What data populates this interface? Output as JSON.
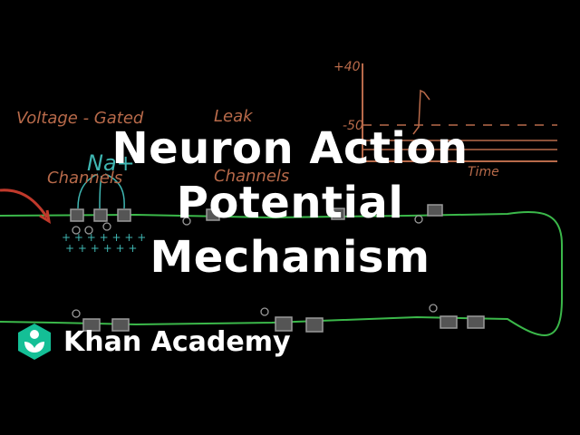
{
  "video": {
    "title_lines": [
      "Neuron Action",
      "Potential",
      "Mechanism"
    ],
    "brand_name": "Khan Academy",
    "brand_color": "#14bf96"
  },
  "annotations": {
    "voltage_gated": [
      "Voltage - Gated",
      "Channels"
    ],
    "leak": [
      "Leak",
      "Channels"
    ],
    "graph_top_tick": "+40",
    "graph_mid_tick": "-50",
    "graph_x_label": "Time",
    "ion_label": "Na+"
  },
  "colors": {
    "background": "#000000",
    "membrane": "#3bb84a",
    "annotation": "#b86a4a",
    "ion": "#3fb6b2",
    "channel": "#9a9a9a"
  }
}
